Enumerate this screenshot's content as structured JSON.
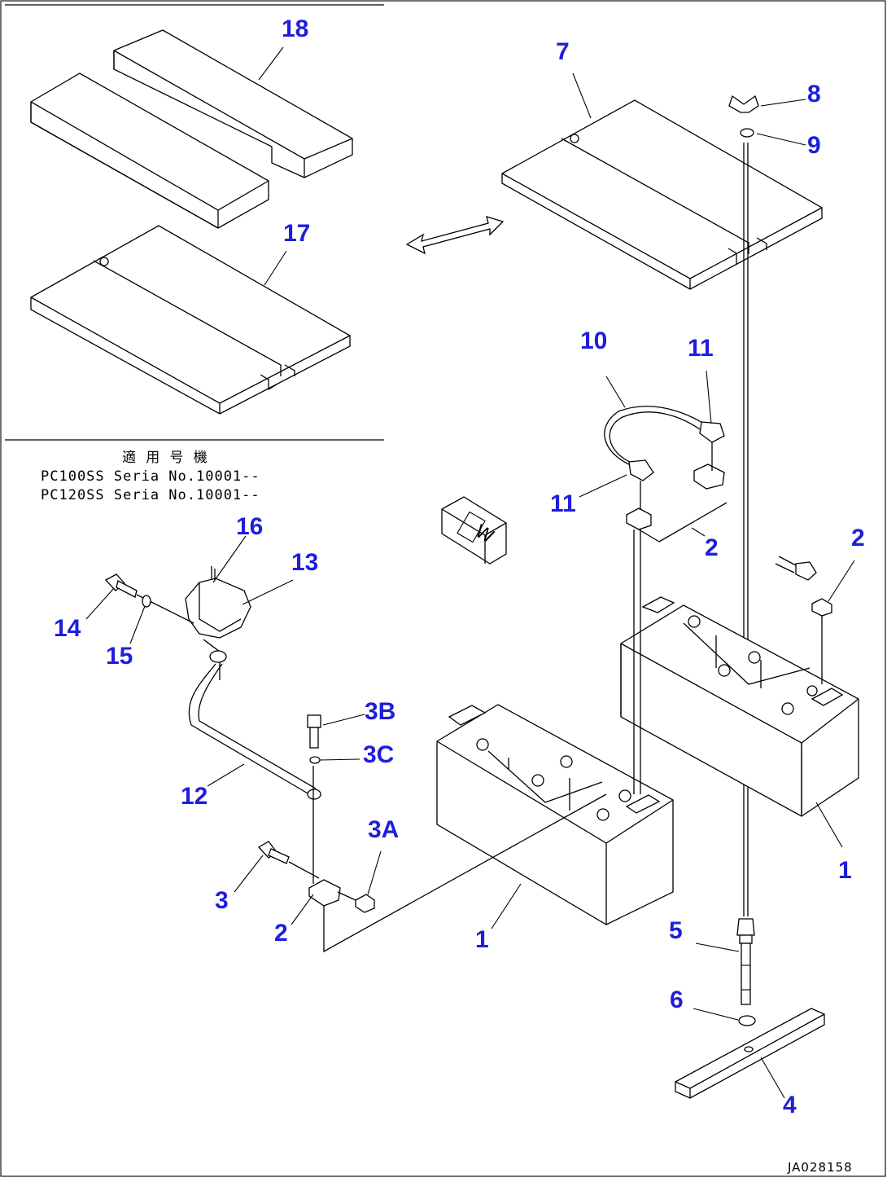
{
  "callouts": {
    "c18": "18",
    "c17": "17",
    "c7": "7",
    "c8": "8",
    "c9": "9",
    "c10": "10",
    "c11a": "11",
    "c11b": "11",
    "c2a": "2",
    "c2b": "2",
    "c2c": "2",
    "c16": "16",
    "c13": "13",
    "c14": "14",
    "c15": "15",
    "c3b": "3B",
    "c3c": "3C",
    "c12": "12",
    "c3a": "3A",
    "c3": "3",
    "c1a": "1",
    "c1b": "1",
    "c5": "5",
    "c6": "6",
    "c4": "4"
  },
  "applicability": {
    "heading": "適 用 号 機",
    "line1": "PC100SS Seria  No.10001--",
    "line2": "PC120SS Seria  No.10001--"
  },
  "label_w": "W",
  "drawing_id": "JA028158"
}
